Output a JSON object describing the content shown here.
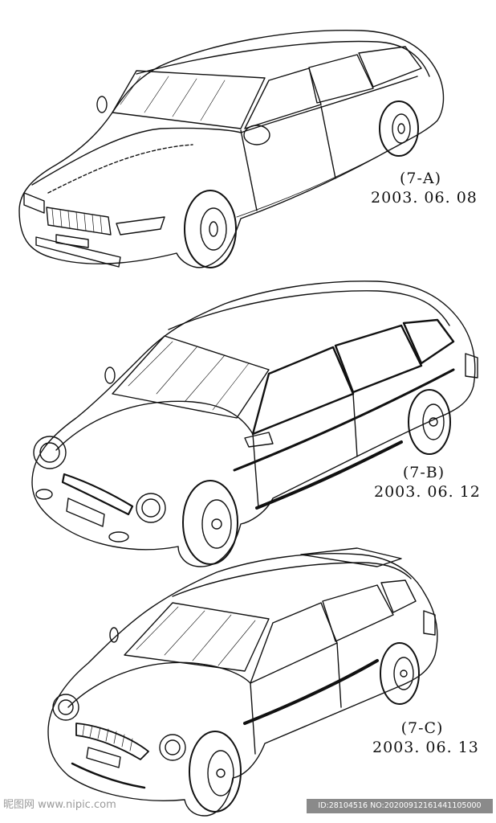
{
  "cars": [
    {
      "label": "(7-A)",
      "date": "2003. 06. 08"
    },
    {
      "label": "(7-B)",
      "date": "2003. 06. 12"
    },
    {
      "label": "(7-C)",
      "date": "2003. 06. 13"
    }
  ],
  "watermark": {
    "site": "昵图网 www.nipic.com",
    "id": "ID:28104516 NO:20200912161441105000"
  }
}
